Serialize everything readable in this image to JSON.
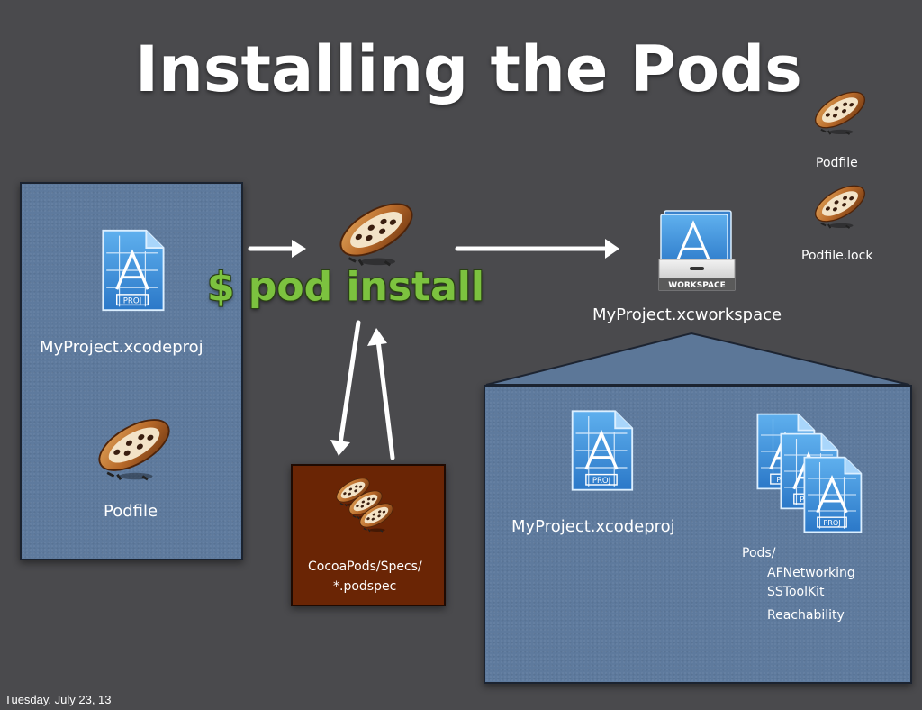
{
  "slide": {
    "title": "Installing the Pods",
    "command": "$ pod install",
    "footer_date": "Tuesday, July 23, 13"
  },
  "left_panel": {
    "project_label": "MyProject.xcodeproj",
    "podfile_label": "Podfile"
  },
  "workspace": {
    "label": "MyProject.xcworkspace",
    "badge_text": "WORKSPACE"
  },
  "top_right": {
    "podfile_label": "Podfile",
    "podfile_lock_label": "Podfile.lock"
  },
  "specs_repo": {
    "line1": "CocoaPods/Specs/",
    "line2": "*.podspec"
  },
  "right_panel": {
    "project_label": "MyProject.xcodeproj",
    "pods_label": "Pods/",
    "pods": [
      "AFNetworking",
      "SSToolKit",
      "Reachability"
    ]
  },
  "icons": {
    "project_file": "xcode-project-file-icon",
    "cocoa_bean": "cocoa-bean-icon",
    "workspace": "xcode-workspace-icon",
    "file_stack": "project-file-stack-icon"
  },
  "colors": {
    "background": "#4a4a4d",
    "panel_blue": "#5e7a9d",
    "specs_brown": "#6a2505",
    "command_green": "#7cc23f",
    "arrow": "#ffffff"
  }
}
